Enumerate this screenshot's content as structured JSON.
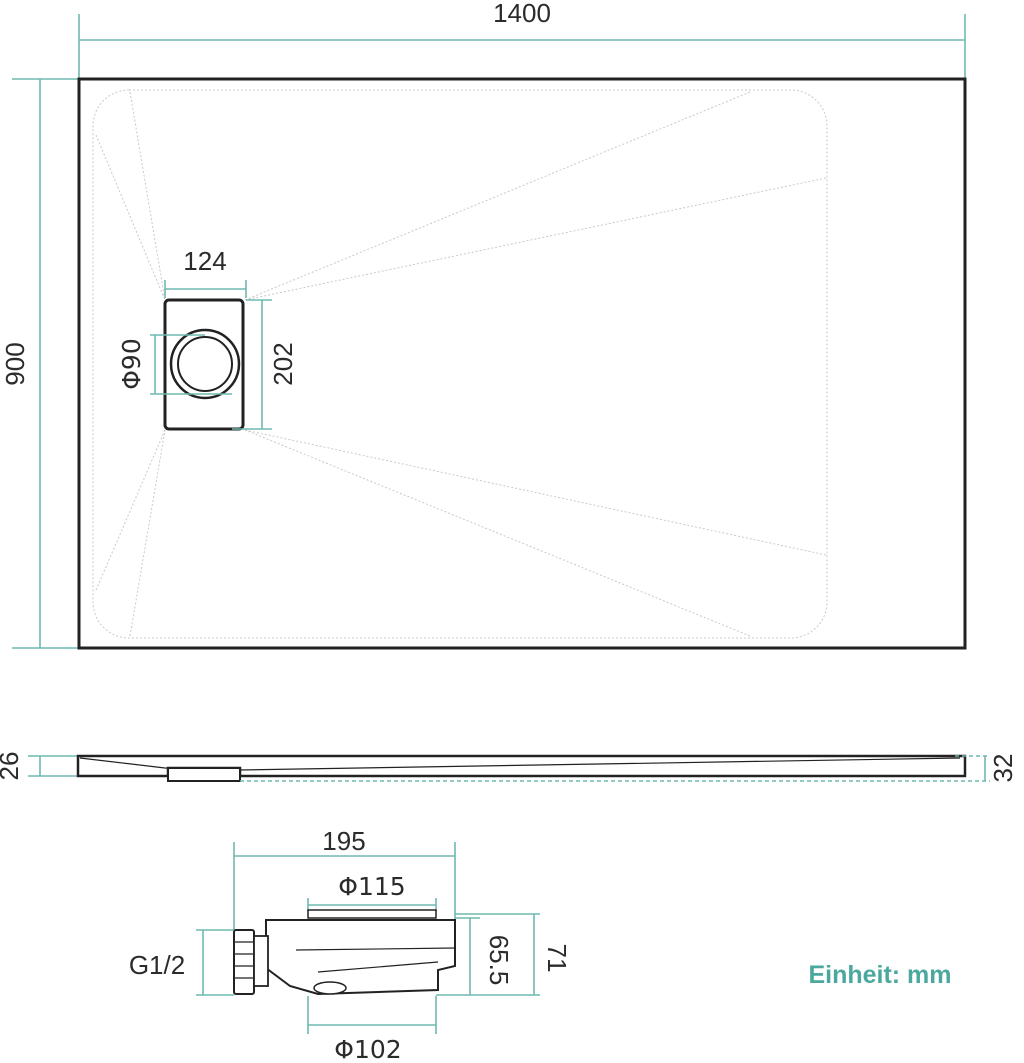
{
  "dimensions": {
    "width": "1400",
    "height": "900",
    "drain_width": "124",
    "drain_height": "202",
    "drain_diameter": "Φ90",
    "side_left": "26",
    "side_right": "32",
    "trap_length": "195",
    "trap_top_diameter": "Φ115",
    "trap_bottom_diameter": "Φ102",
    "trap_thread": "G1/2",
    "trap_height_inner": "65.5",
    "trap_height_outer": "71"
  },
  "unit_label": "Einheit: mm",
  "colors": {
    "dimension_line": "#6fb8b0",
    "unit_text": "#4aa89e",
    "outline": "#222222"
  }
}
